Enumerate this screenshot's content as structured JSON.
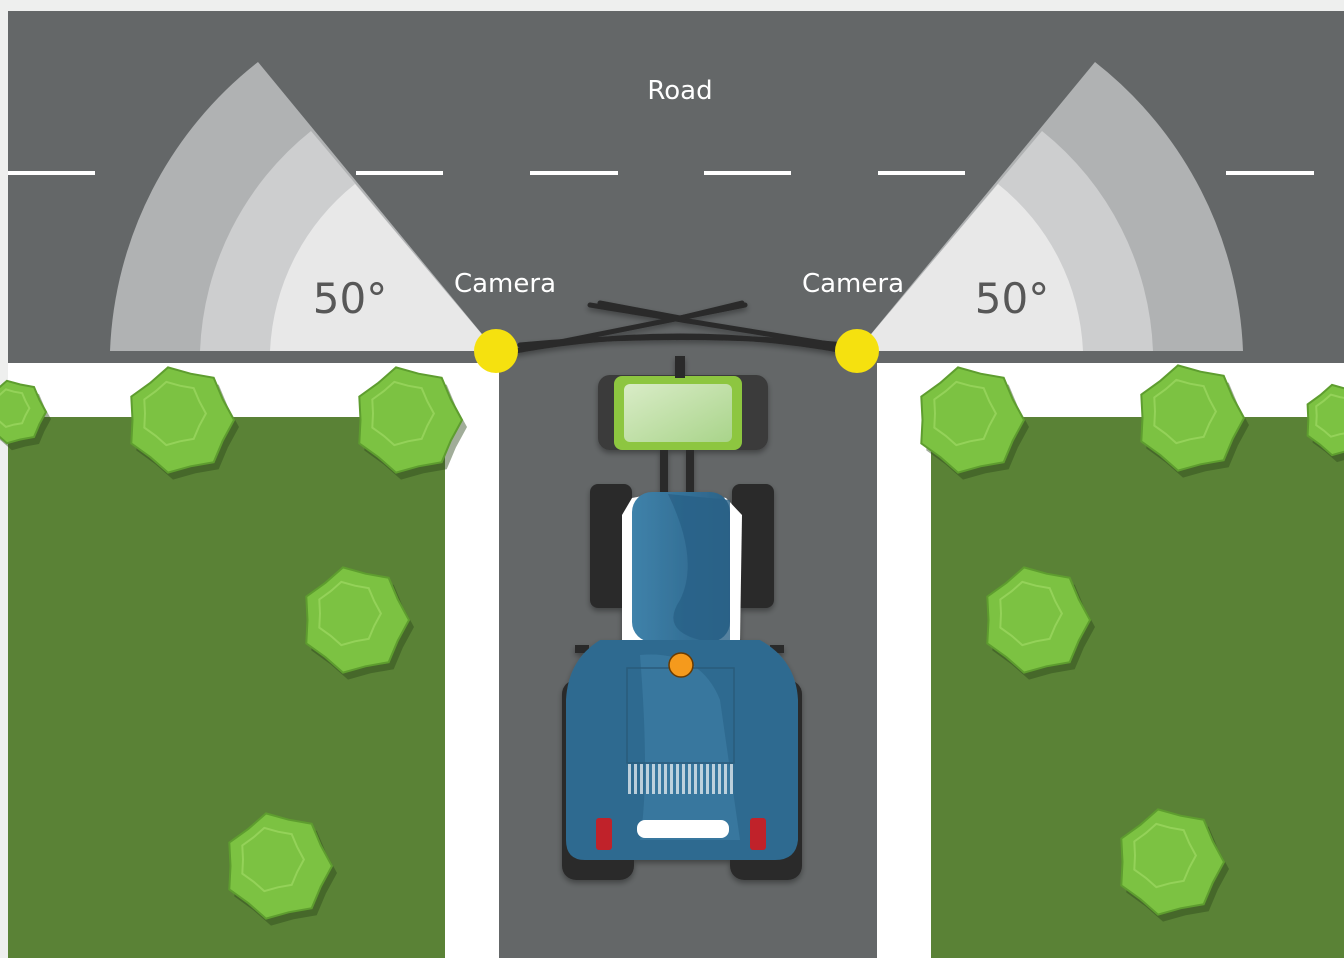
{
  "road": {
    "label": "Road"
  },
  "cameras": [
    {
      "label": "Camera",
      "angle_label": "50°"
    },
    {
      "label": "Camera",
      "angle_label": "50°"
    }
  ],
  "colors": {
    "asphalt": "#646768",
    "sidewalk": "#ffffff",
    "grass": "#5a8236",
    "bush": "#7cc242",
    "camera_dot": "#f5e10f",
    "fov_outer": "#b0b2b3",
    "fov_middle": "#cdcecf",
    "fov_inner": "#e8e8e8",
    "tractor_body": "#2f6b90",
    "cab_roof": "#8dc63f"
  }
}
